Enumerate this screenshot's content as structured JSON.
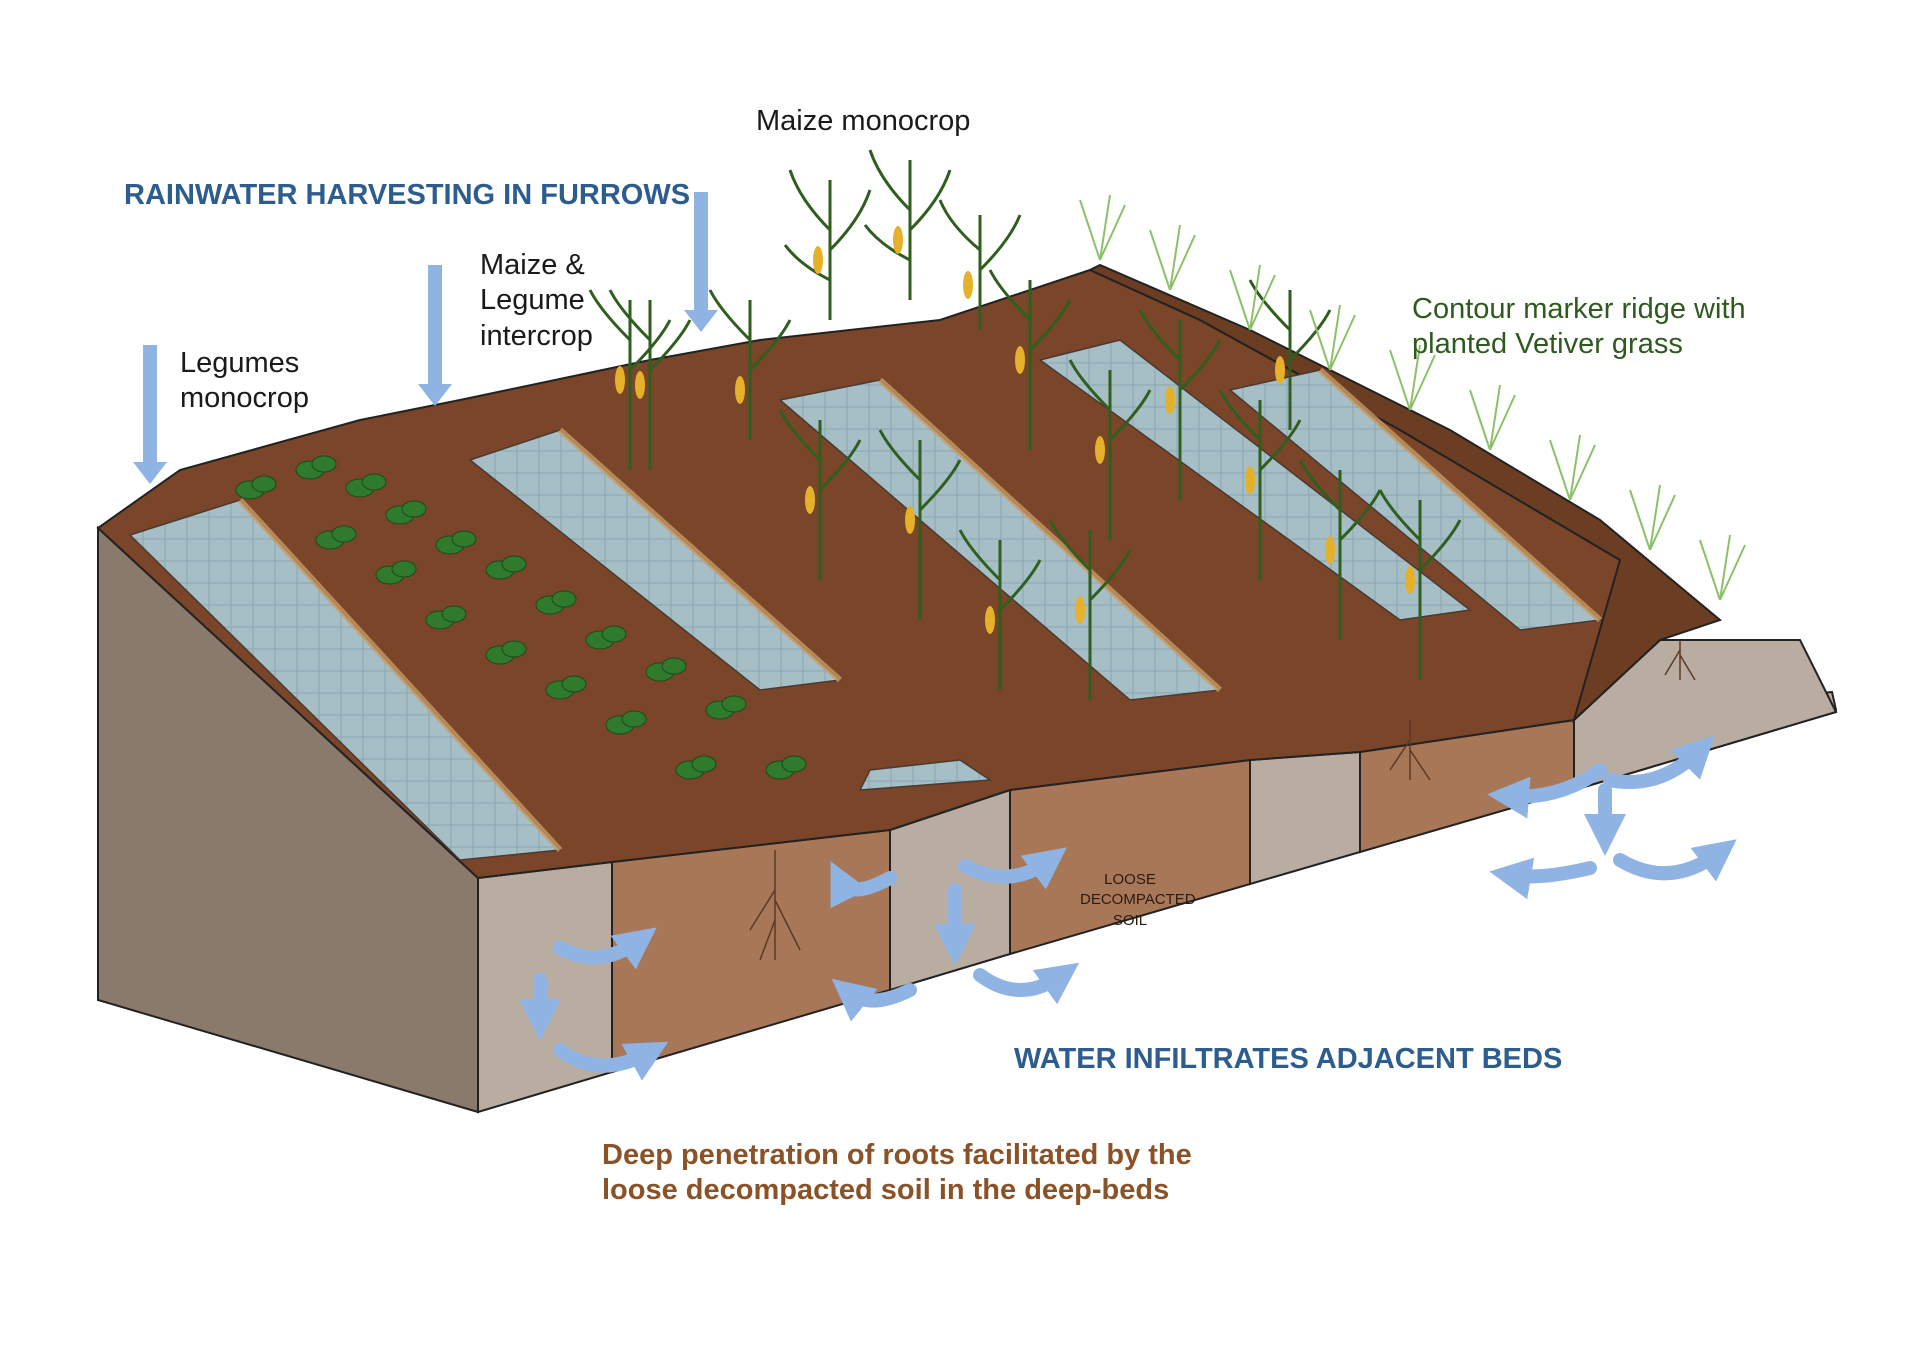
{
  "labels": {
    "rainwater_harvesting": "RAINWATER HARVESTING IN FURROWS",
    "maize_monocrop": "Maize monocrop",
    "maize_legume": [
      "Maize &",
      "Legume",
      "intercrop"
    ],
    "legumes_monocrop": [
      "Legumes",
      "monocrop"
    ],
    "contour_ridge": [
      "Contour marker ridge with",
      "planted Vetiver grass"
    ],
    "loose_soil": [
      "LOOSE",
      "DECOMPACTED",
      "SOIL"
    ],
    "water_infiltrates": "WATER INFILTRATES ADJACENT BEDS",
    "deep_penetration": [
      "Deep penetration of roots facilitated by the",
      "loose decompacted soil in the deep-beds"
    ]
  },
  "colors": {
    "soil_top": "#7a4528",
    "soil_section": "#a87758",
    "furrow_section": "#b9aca0",
    "water": "#9fb9c2",
    "arrow": "#8fb3e2",
    "plant": "#2f7a2c",
    "maize_leaf": "#5f9a36",
    "maize_cob": "#e5b12a"
  }
}
